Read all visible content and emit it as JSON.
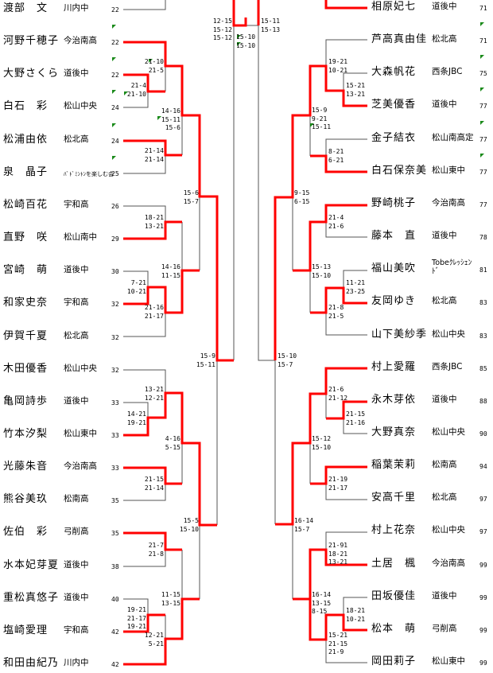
{
  "left_players": [
    {
      "name": "渡部　文",
      "school": "川内中",
      "rank": "22"
    },
    {
      "name": "河野千穂子",
      "school": "今治南高",
      "rank": "22"
    },
    {
      "name": "大野さくら",
      "school": "道後中",
      "rank": "22"
    },
    {
      "name": "白石　彩",
      "school": "松山中央",
      "rank": "24"
    },
    {
      "name": "松浦由依",
      "school": "松北高",
      "rank": "24"
    },
    {
      "name": "泉　晶子",
      "school": "ﾊﾞﾄﾞﾐﾝﾄﾝを楽しむ会",
      "rank": "25"
    },
    {
      "name": "松崎百花",
      "school": "宇和高",
      "rank": "26"
    },
    {
      "name": "直野　咲",
      "school": "松山南中",
      "rank": "29"
    },
    {
      "name": "宮崎　萌",
      "school": "道後中",
      "rank": "30"
    },
    {
      "name": "和家史奈",
      "school": "宇和高",
      "rank": "32"
    },
    {
      "name": "伊賀千夏",
      "school": "松北高",
      "rank": "32"
    },
    {
      "name": "木田優香",
      "school": "松山中央",
      "rank": "32"
    },
    {
      "name": "亀岡詩歩",
      "school": "道後中",
      "rank": "33"
    },
    {
      "name": "竹本汐梨",
      "school": "松山東中",
      "rank": "33"
    },
    {
      "name": "光藤朱音",
      "school": "今治南高",
      "rank": "33"
    },
    {
      "name": "熊谷美玖",
      "school": "松南高",
      "rank": "35"
    },
    {
      "name": "佐伯　彩",
      "school": "弓削高",
      "rank": "35"
    },
    {
      "name": "水本妃芽夏",
      "school": "道後中",
      "rank": "38"
    },
    {
      "name": "重松真悠子",
      "school": "道後中",
      "rank": "40"
    },
    {
      "name": "塩崎愛理",
      "school": "宇和高",
      "rank": "42"
    },
    {
      "name": "和田由紀乃",
      "school": "川内中",
      "rank": "42"
    }
  ],
  "right_players": [
    {
      "name": "相原妃七",
      "school": "道後中",
      "rank": "71"
    },
    {
      "name": "芦高真由佳",
      "school": "松北高",
      "rank": "71"
    },
    {
      "name": "大森帆花",
      "school": "西条JBC",
      "rank": "75"
    },
    {
      "name": "芝美優香",
      "school": "道後中",
      "rank": "77"
    },
    {
      "name": "金子結衣",
      "school": "松山南高定",
      "rank": "77"
    },
    {
      "name": "白石保奈美",
      "school": "松山東中",
      "rank": "77"
    },
    {
      "name": "野崎桃子",
      "school": "今治南高",
      "rank": "77"
    },
    {
      "name": "藤本　直",
      "school": "道後中",
      "rank": "78"
    },
    {
      "name": "福山美吹",
      "school": "Tobeｸﾚｯｼｪﾝﾄﾞ",
      "rank": "81"
    },
    {
      "name": "友岡ゆき",
      "school": "松北高",
      "rank": "83"
    },
    {
      "name": "山下美紗季",
      "school": "松山中央",
      "rank": "83"
    },
    {
      "name": "村上愛羅",
      "school": "西条JBC",
      "rank": "85"
    },
    {
      "name": "永木芽依",
      "school": "道後中",
      "rank": "88"
    },
    {
      "name": "大野真奈",
      "school": "松山中央",
      "rank": "90"
    },
    {
      "name": "稲葉茉莉",
      "school": "松南高",
      "rank": "94"
    },
    {
      "name": "安高千里",
      "school": "松北高",
      "rank": "97"
    },
    {
      "name": "村上花奈",
      "school": "松山中央",
      "rank": "97"
    },
    {
      "name": "土居　楓",
      "school": "今治南高",
      "rank": "99"
    },
    {
      "name": "田坂優佳",
      "school": "道後中",
      "rank": "99"
    },
    {
      "name": "松本　萌",
      "school": "弓削高",
      "rank": "99"
    },
    {
      "name": "岡田莉子",
      "school": "松山東中",
      "rank": "99"
    }
  ],
  "scores": [
    "12-15\n15-12\n15-12",
    "15-10\n15-10",
    "15-11\n15-13",
    "21-10\n21-5",
    "21-4\n21-10",
    "14-16\n15-11\n15-6",
    "21-14\n21-14",
    "15-6\n15-7",
    "18-21\n13-21",
    "14-16\n11-15",
    "7-21\n10-21",
    "21-16\n21-17",
    "15-9\n15-11",
    "13-21\n12-21",
    "14-21\n19-21",
    "4-16\n5-15",
    "21-15\n21-14",
    "15-5\n15-10",
    "21-7\n21-8",
    "11-15\n13-15",
    "19-21\n21-17\n19-21",
    "12-21\n5-21",
    "19-21\n10-21",
    "15-21\n13-21",
    "15-9\n9-21\n15-11",
    "8-21\n6-21",
    "9-15\n6-15",
    "21-4\n21-6",
    "15-13\n15-10",
    "11-21\n23-25",
    "21-8\n21-5",
    "15-10\n15-7",
    "21-6\n21-12",
    "21-15\n21-16",
    "15-12\n15-10",
    "21-19\n21-17",
    "16-14\n15-7",
    "21-91\n18-21\n13-21",
    "16-14\n13-15\n8-15",
    "18-21\n10-21",
    "15-21\n21-15\n21-9"
  ],
  "colors": {
    "winner_line": "#ff0000",
    "loser_line": "#555555",
    "flag": "#1a8a1a"
  }
}
